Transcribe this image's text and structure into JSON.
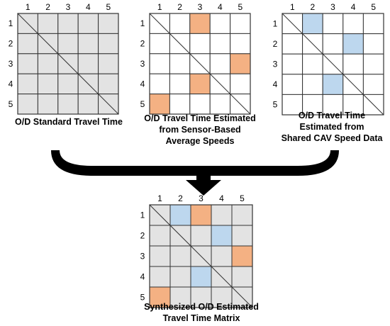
{
  "matrices": [
    {
      "key": "standard",
      "size": 5,
      "row_labels": [
        "1",
        "2",
        "3",
        "4",
        "5"
      ],
      "col_labels": [
        "1",
        "2",
        "3",
        "4",
        "5"
      ],
      "fill": "#e3e3e3",
      "diagonal": true,
      "highlights": [],
      "caption": [
        "O/D Standard Travel Time"
      ]
    },
    {
      "key": "sensor",
      "size": 5,
      "row_labels": [
        "1",
        "2",
        "3",
        "4",
        "5"
      ],
      "col_labels": [
        "1",
        "2",
        "3",
        "4",
        "5"
      ],
      "fill": "#ffffff",
      "diagonal": true,
      "highlights": [
        {
          "row": 1,
          "col": 3,
          "color": "#f4b183"
        },
        {
          "row": 3,
          "col": 5,
          "color": "#f4b183"
        },
        {
          "row": 4,
          "col": 3,
          "color": "#f4b183"
        },
        {
          "row": 5,
          "col": 1,
          "color": "#f4b183"
        }
      ],
      "caption": [
        "O/D Travel Time Estimated",
        "from Sensor-Based",
        "Average Speeds"
      ]
    },
    {
      "key": "cav",
      "size": 5,
      "row_labels": [
        "1",
        "2",
        "3",
        "4",
        "5"
      ],
      "col_labels": [
        "1",
        "2",
        "3",
        "4",
        "5"
      ],
      "fill": "#ffffff",
      "diagonal": true,
      "highlights": [
        {
          "row": 1,
          "col": 2,
          "color": "#bdd7ee"
        },
        {
          "row": 2,
          "col": 4,
          "color": "#bdd7ee"
        },
        {
          "row": 4,
          "col": 3,
          "color": "#bdd7ee"
        }
      ],
      "caption": [
        "O/D Travel Time",
        "Estimated from",
        "Shared CAV Speed Data"
      ]
    },
    {
      "key": "synthesized",
      "size": 5,
      "row_labels": [
        "1",
        "2",
        "3",
        "4",
        "5"
      ],
      "col_labels": [
        "1",
        "2",
        "3",
        "4",
        "5"
      ],
      "fill": "#e3e3e3",
      "diagonal": true,
      "highlights": [
        {
          "row": 1,
          "col": 2,
          "color": "#bdd7ee"
        },
        {
          "row": 1,
          "col": 3,
          "color": "#f4b183"
        },
        {
          "row": 2,
          "col": 4,
          "color": "#bdd7ee"
        },
        {
          "row": 3,
          "col": 5,
          "color": "#f4b183"
        },
        {
          "row": 4,
          "col": 3,
          "color": "#bdd7ee"
        },
        {
          "row": 5,
          "col": 1,
          "color": "#f4b183"
        }
      ],
      "caption": [
        "Synthesized O/D Estimated",
        "Travel Time Matrix"
      ]
    }
  ],
  "colors": {
    "sensor_highlight": "#f4b183",
    "cav_highlight": "#bdd7ee",
    "grid_line": "#333333",
    "arrow": "#000000"
  }
}
